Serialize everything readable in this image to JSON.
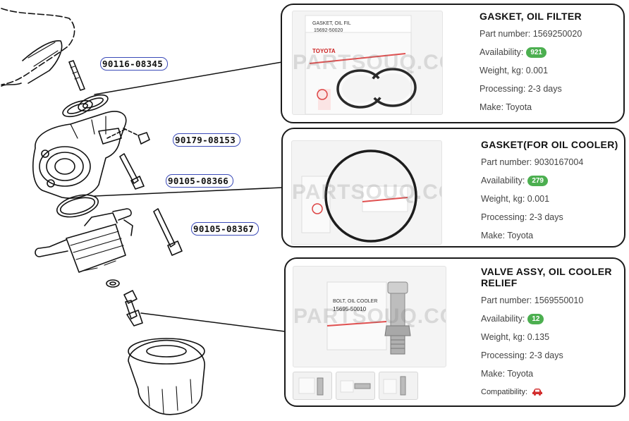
{
  "diagram": {
    "callouts": [
      "90116-08345",
      "90179-08153",
      "90105-08366",
      "90105-08367"
    ]
  },
  "watermark": "PARTSOUQ.COM",
  "labels": {
    "part_number": "Part number:",
    "availability": "Availability:",
    "weight": "Weight, kg:",
    "processing": "Processing:",
    "make": "Make:",
    "compatibility": "Compatibility:"
  },
  "parts": [
    {
      "title": "GASKET, OIL FILTER",
      "part_number": "1569250020",
      "availability": "921",
      "weight": "0.001",
      "processing": "2-3 days",
      "make": "Toyota",
      "photo_text": [
        "GASKET, OIL FIL",
        "15692-50020",
        "TOYOTA"
      ]
    },
    {
      "title": "GASKET(FOR OIL COOLER)",
      "part_number": "9030167004",
      "availability": "279",
      "weight": "0.001",
      "processing": "2-3 days",
      "make": "Toyota"
    },
    {
      "title": "VALVE ASSY, OIL COOLER RELIEF",
      "part_number": "1569550010",
      "availability": "12",
      "weight": "0.135",
      "processing": "2-3 days",
      "make": "Toyota",
      "photo_text": [
        "BOLT, OIL COOLER",
        "15695-50010"
      ]
    }
  ],
  "colors": {
    "badge": "#4caf50",
    "callout_border": "#3b4bb8",
    "car_icon": "#d32f2f"
  }
}
